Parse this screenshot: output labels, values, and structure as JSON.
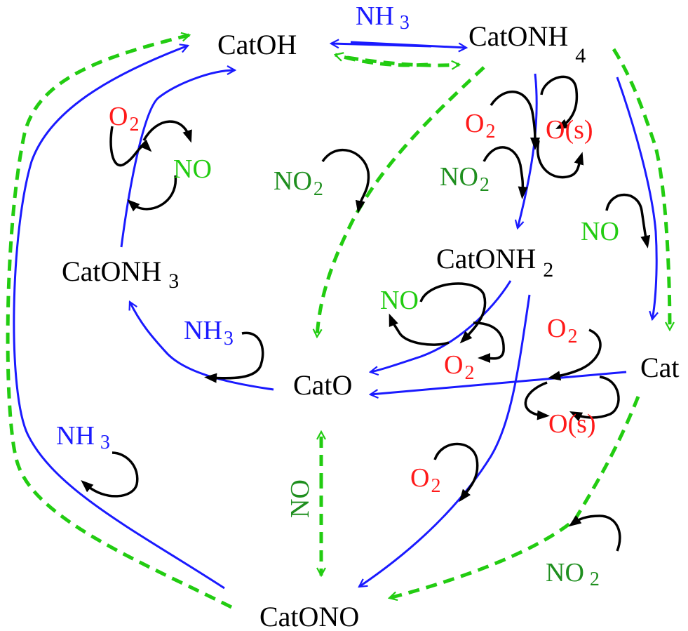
{
  "colors": {
    "species_node": "#000000",
    "nh3_label": "#1a1aff",
    "o2_label": "#ff1a1a",
    "no_label": "#22cc11",
    "no2_label": "#1f8f1f",
    "blue_path": "#1a1aff",
    "green_path": "#22cc11",
    "side_reactant": "#000000"
  },
  "nodes": {
    "catoh": "CatOH",
    "catonh4": "CatONH",
    "catonh4_sub": "4",
    "catonh3": "CatONH",
    "catonh3_sub": "3",
    "catonh2": "CatONH",
    "catonh2_sub": "2",
    "cato": "CatO",
    "cat": "Cat",
    "catono": "CatONO"
  },
  "labels": {
    "nh3_top": {
      "base": "NH",
      "sub": "3"
    },
    "nh3_mid": {
      "base": "NH",
      "sub": "3"
    },
    "nh3_left": {
      "base": "NH",
      "sub": "3"
    },
    "o2_left": {
      "base": "O",
      "sub": "2"
    },
    "no_left": "NO",
    "no2_center": {
      "base": "NO",
      "sub": "2"
    },
    "o2_upper_right": {
      "base": "O",
      "sub": "2"
    },
    "os_upper_right": "O(s)",
    "no2_upper_right": {
      "base": "NO",
      "sub": "2"
    },
    "no_right": "NO",
    "no_mid": "NO",
    "o2_mid": {
      "base": "O",
      "sub": "2"
    },
    "o2_right": {
      "base": "O",
      "sub": "2"
    },
    "os_right": "O(s)",
    "o2_lower": {
      "base": "O",
      "sub": "2"
    },
    "no_vertical": "NO",
    "no2_bottom_right": {
      "base": "NO",
      "sub": "2"
    }
  }
}
